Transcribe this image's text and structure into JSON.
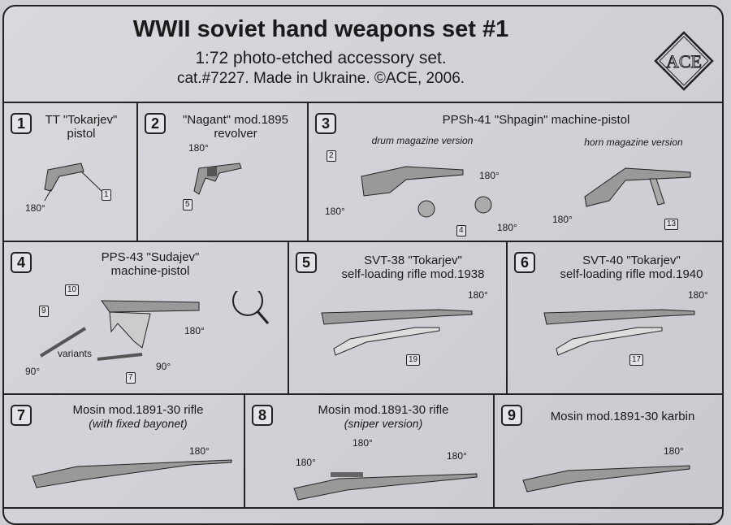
{
  "header": {
    "title": "WWII soviet hand weapons set #1",
    "subtitle": "1:72 photo-etched accessory set.",
    "catalog": "cat.#7227. Made in Ukraine. ©ACE, 2006.",
    "logo_text": "ACE"
  },
  "items": [
    {
      "num": "1",
      "title": "TT \"Tokarjev\"",
      "subtitle": "pistol",
      "parts": [
        "1"
      ],
      "angles": [
        "180°"
      ]
    },
    {
      "num": "2",
      "title": "\"Nagant\" mod.1895",
      "subtitle": "revolver",
      "parts": [
        "5"
      ],
      "angles": [
        "180°"
      ]
    },
    {
      "num": "3",
      "title": "PPSh-41 \"Shpagin\" machine-pistol",
      "variant_a": "drum magazine version",
      "variant_b": "horn magazine version",
      "parts": [
        "2",
        "4",
        "13"
      ],
      "angles": [
        "180°",
        "180°",
        "180°",
        "180°"
      ]
    },
    {
      "num": "4",
      "title": "PPS-43  \"Sudajev\"",
      "subtitle": "machine-pistol",
      "parts": [
        "10",
        "9",
        "7"
      ],
      "angles": [
        "180°",
        "90°",
        "90°"
      ],
      "note": "variants"
    },
    {
      "num": "5",
      "title": "SVT-38 \"Tokarjev\"",
      "subtitle": "self-loading rifle mod.1938",
      "parts": [
        "19"
      ],
      "angles": [
        "180°"
      ]
    },
    {
      "num": "6",
      "title": "SVT-40 \"Tokarjev\"",
      "subtitle": "self-loading rifle mod.1940",
      "parts": [
        "17"
      ],
      "angles": [
        "180°"
      ]
    },
    {
      "num": "7",
      "title": "Mosin mod.1891-30 rifle",
      "subtitle": "(with fixed bayonet)",
      "angles": [
        "180°"
      ]
    },
    {
      "num": "8",
      "title": "Mosin mod.1891-30 rifle",
      "subtitle": "(sniper version)",
      "angles": [
        "180°",
        "180°",
        "180°"
      ]
    },
    {
      "num": "9",
      "title": "Mosin mod.1891-30 karbin",
      "angles": [
        "180°"
      ]
    }
  ]
}
